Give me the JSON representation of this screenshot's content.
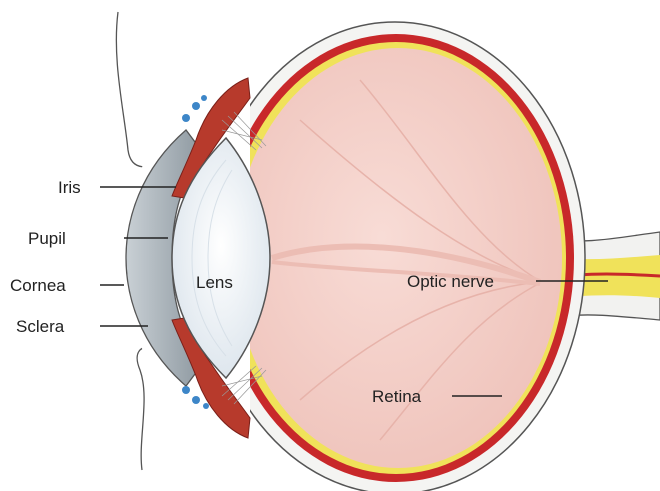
{
  "diagram": {
    "labels": {
      "iris": "Iris",
      "pupil": "Pupil",
      "cornea": "Cornea",
      "sclera": "Sclera",
      "lens": "Lens",
      "optic_nerve": "Optic nerve",
      "retina": "Retina"
    },
    "colors": {
      "background": "#ffffff",
      "sclera": "#f4f4f2",
      "choroid": "#c8282a",
      "retina": "#f0e25a",
      "vitreous": "#f3cfc9",
      "lens": "#eef3f7",
      "cornea": "#a9b3ba",
      "iris": "#b73a2c",
      "blood_vessel": "#3d86c8",
      "outline": "#444444",
      "leader_line": "#222222"
    }
  }
}
